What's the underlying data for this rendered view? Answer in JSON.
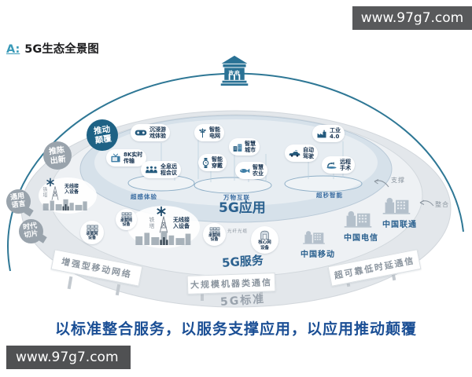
{
  "site": {
    "top": "www.97g7.com",
    "bottom": "www.97g7.com"
  },
  "title": {
    "prefix": "A:",
    "text": "5G生态全景图"
  },
  "slogan": "以标准整合服务，以服务支撑应用，以应用推动颠覆",
  "government": {
    "label": "政府"
  },
  "colors": {
    "accent_teal": "#2e7795",
    "phase_dark": "#1e6285",
    "phase_gray": "#99a3ac",
    "layer_blue_text": "#2b618f",
    "slogan_blue": "#1b4f95",
    "watermark_gray": "#58595b"
  },
  "phases": [
    {
      "label": "推动\n颠覆"
    },
    {
      "label": "推陈\n出新"
    },
    {
      "label": "通用\n语言"
    },
    {
      "label": "时代\n切片"
    }
  ],
  "app": {
    "label": "5G应用",
    "zones": [
      {
        "label": "超感体验"
      },
      {
        "label": "万物互联"
      },
      {
        "label": "超秒智能"
      }
    ],
    "bubbles": [
      {
        "label": "沉浸游\n戏体验",
        "icon": "game-controller"
      },
      {
        "label": "8K实时\n传输",
        "icon": "tv"
      },
      {
        "label": "全息远\n程会议",
        "icon": "people"
      },
      {
        "label": "智能\n电网",
        "icon": "power-tower"
      },
      {
        "label": "智能\n穿戴",
        "icon": "smart-watch"
      },
      {
        "label": "智慧\n城市",
        "icon": "city"
      },
      {
        "label": "智慧\n农业",
        "icon": "fish"
      },
      {
        "label": "自动\n驾驶",
        "icon": "car"
      },
      {
        "label": "工业\n4.0",
        "icon": "factory"
      },
      {
        "label": "远程\n手术",
        "icon": "robot-arm"
      }
    ]
  },
  "service": {
    "label": "5G服务",
    "nodes": [
      {
        "label": "承载网\n设备"
      },
      {
        "label": "承载网\n设备"
      },
      {
        "label": "承载网\n设备"
      },
      {
        "label": "核心网\n设备"
      }
    ],
    "fiber_label": "光纤光缆",
    "clusters": [
      {
        "tower_label": "铁塔",
        "wireless_label": "无线接\n入设备"
      },
      {
        "tower_label": "铁塔",
        "wireless_label": "无线接\n入设备"
      }
    ],
    "carriers": [
      {
        "label": "中国电信"
      },
      {
        "label": "中国联通"
      },
      {
        "label": "中国移动"
      }
    ]
  },
  "standard": {
    "label": "5G标准",
    "bars": [
      {
        "label": "增强型移动网络"
      },
      {
        "label": "大规模机器类通信"
      },
      {
        "label": "超可靠低时延通信"
      }
    ]
  },
  "annotations": {
    "support": "支撑",
    "integrate": "整合"
  }
}
